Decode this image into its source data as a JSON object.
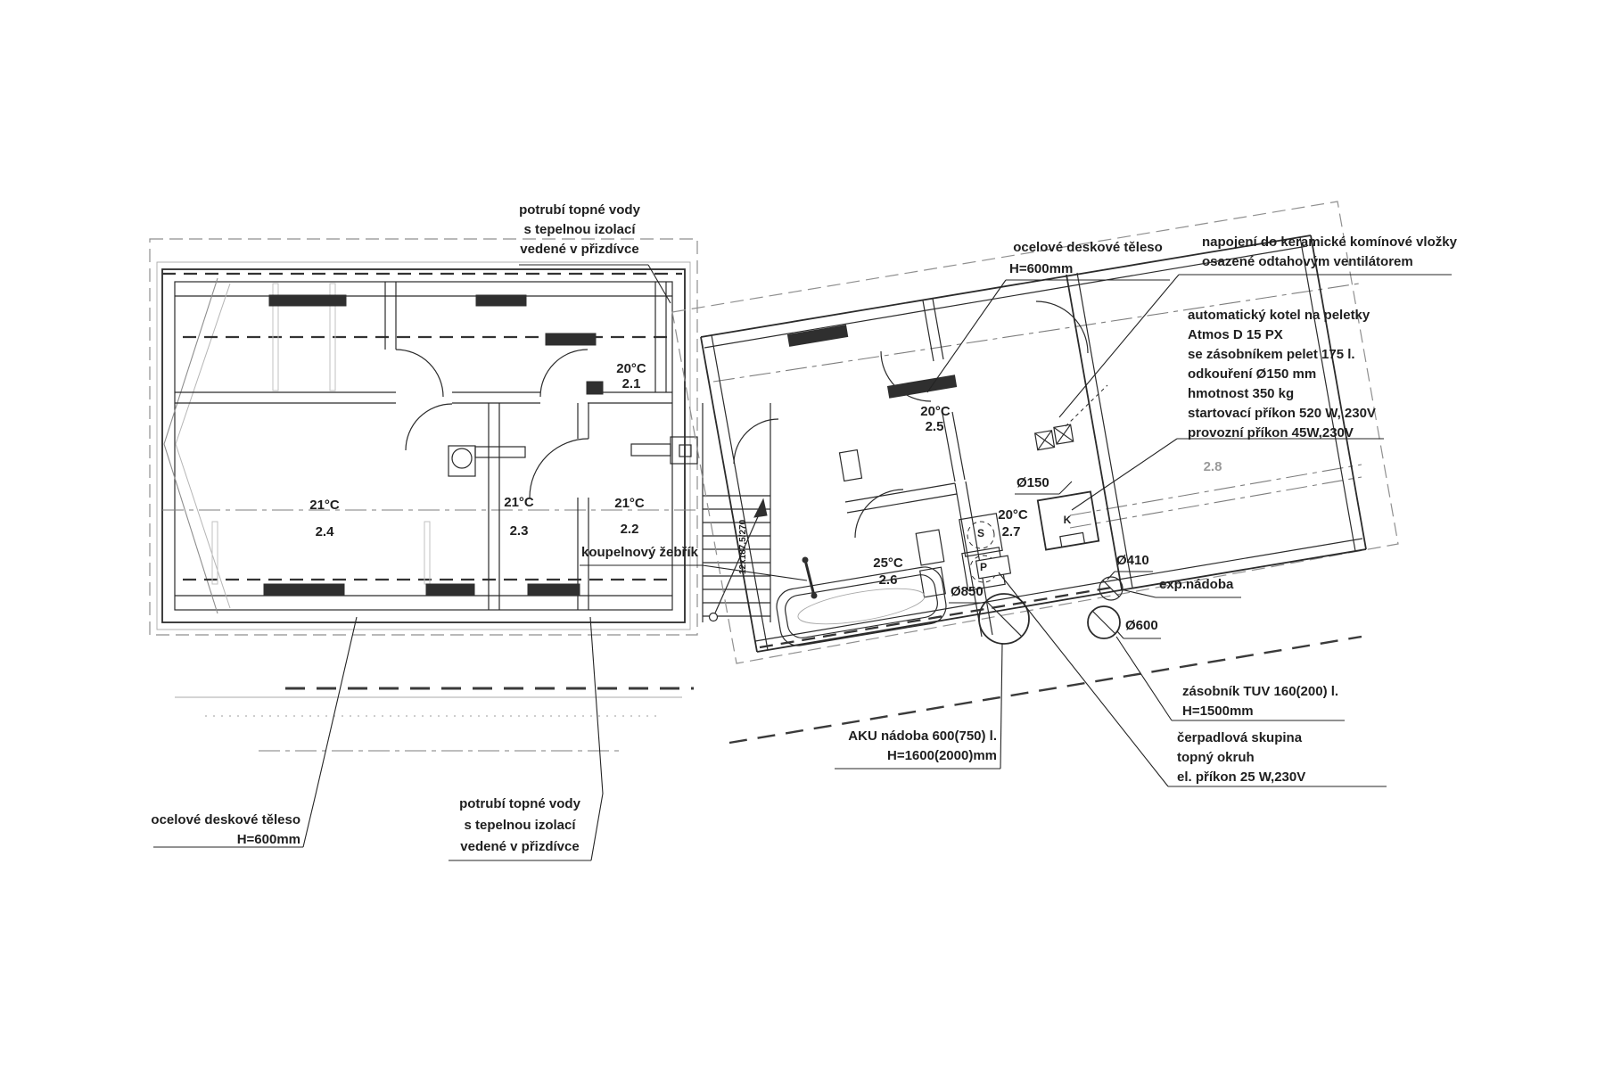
{
  "annotations": {
    "pipe_top": [
      "potrubí topné vody",
      "s tepelnou izolací",
      "vedené v přizdívce"
    ],
    "radiator_top": [
      "ocelové deskové těleso",
      "H=600mm"
    ],
    "chimney_connection": [
      "napojení do keramické komínové vložky",
      "osazené odtahovým ventilátorem"
    ],
    "boiler": [
      "automatický kotel na peletky",
      "Atmos D 15 PX",
      "se zásobníkem pelet 175 l.",
      "odkouření Ø150 mm",
      "hmotnost 350 kg",
      "startovací příkon 520 W, 230V",
      "provozní příkon 45W,230V"
    ],
    "flue_diameter": "Ø150",
    "exp_diameter": "Ø410",
    "exp_vessel": "exp.nádoba",
    "tuv_diameter": "Ø600",
    "aku_diameter": "Ø850",
    "tuv_tank": [
      "zásobník TUV 160(200) l.",
      "H=1500mm"
    ],
    "pump_group": [
      "čerpadlová skupina",
      "topný okruh",
      "el. příkon 25 W,230V"
    ],
    "aku_tank": [
      "AKU nádoba 600(750) l.",
      "H=1600(2000)mm"
    ],
    "radiator_bottom": [
      "ocelové deskové těleso",
      "H=600mm"
    ],
    "pipe_bottom": [
      "potrubí topné vody",
      "s tepelnou izolací",
      "vedené v přizdívce"
    ],
    "bath_ladder": "koupelnový žebřík",
    "stair_note": "12x187,5/270"
  },
  "rooms": [
    {
      "id": "2.1",
      "temp": "20°C"
    },
    {
      "id": "2.2",
      "temp": "21°C"
    },
    {
      "id": "2.3",
      "temp": "21°C"
    },
    {
      "id": "2.4",
      "temp": "21°C"
    },
    {
      "id": "2.5",
      "temp": "20°C"
    },
    {
      "id": "2.6",
      "temp": "25°C"
    },
    {
      "id": "2.7",
      "temp": "20°C"
    },
    {
      "id": "2.8",
      "temp": ""
    }
  ],
  "equipment": {
    "boiler_letter": "K",
    "symbol_s": "S",
    "symbol_p": "P"
  },
  "colors": {
    "ink": "#222222",
    "faded": "#9a9a9a",
    "paper": "#ffffff"
  }
}
